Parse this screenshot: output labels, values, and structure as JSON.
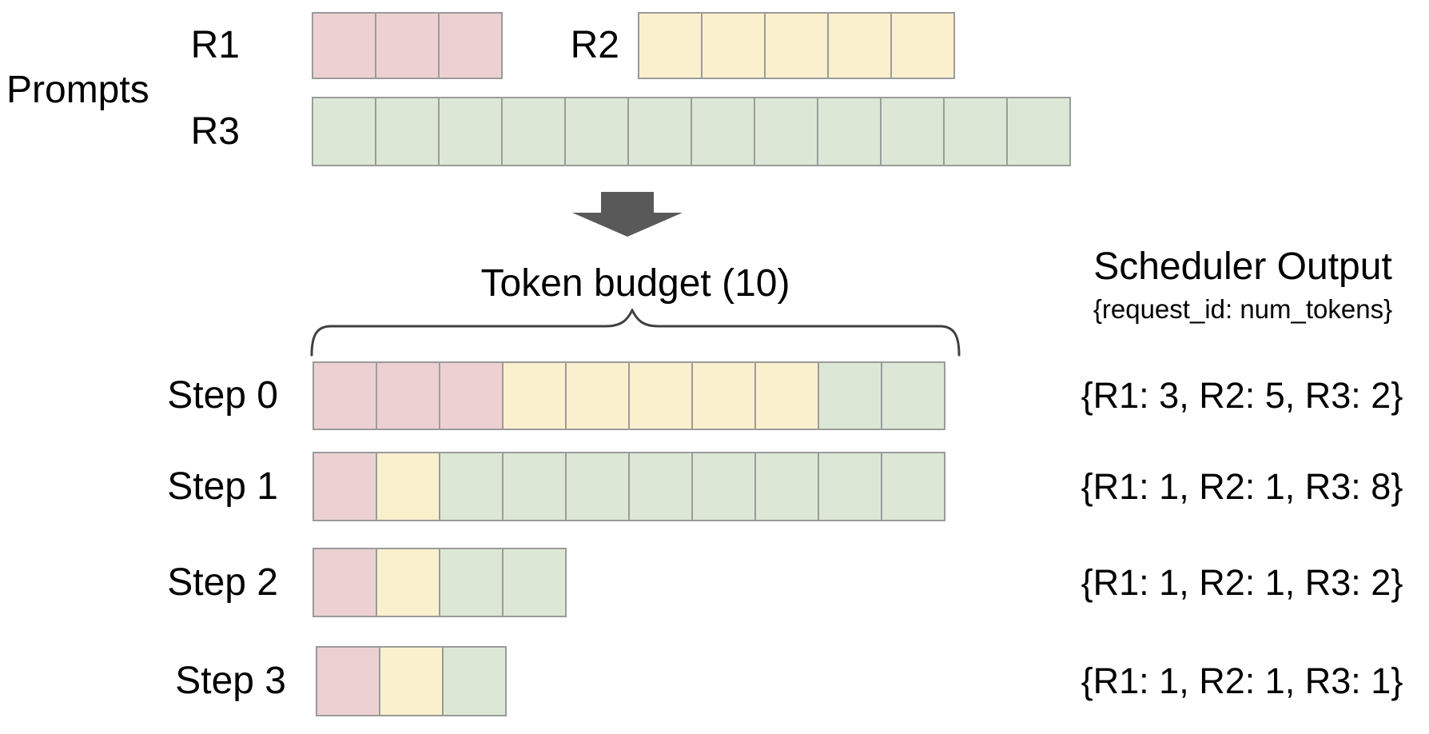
{
  "prompt_section": {
    "label": "Prompts",
    "rows": [
      {
        "id": "R1",
        "label": "R1",
        "color": "r1",
        "num_cells": 3
      },
      {
        "id": "R2",
        "label": "R2",
        "color": "r2",
        "num_cells": 5
      },
      {
        "id": "R3",
        "label": "R3",
        "color": "r3",
        "num_cells": 12
      }
    ]
  },
  "token_budget": {
    "label": "Token budget (10)",
    "value": 10
  },
  "scheduler_output": {
    "title": "Scheduler Output",
    "subtitle": "{request_id: num_tokens}"
  },
  "steps": [
    {
      "label": "Step 0",
      "segments": [
        {
          "request": "R1",
          "color": "r1",
          "tokens": 3
        },
        {
          "request": "R2",
          "color": "r2",
          "tokens": 5
        },
        {
          "request": "R3",
          "color": "r3",
          "tokens": 2
        }
      ],
      "output": "{R1: 3, R2: 5, R3: 2}"
    },
    {
      "label": "Step 1",
      "segments": [
        {
          "request": "R1",
          "color": "r1",
          "tokens": 1
        },
        {
          "request": "R2",
          "color": "r2",
          "tokens": 1
        },
        {
          "request": "R3",
          "color": "r3",
          "tokens": 8
        }
      ],
      "output": "{R1: 1, R2: 1, R3: 8}"
    },
    {
      "label": "Step 2",
      "segments": [
        {
          "request": "R1",
          "color": "r1",
          "tokens": 1
        },
        {
          "request": "R2",
          "color": "r2",
          "tokens": 1
        },
        {
          "request": "R3",
          "color": "r3",
          "tokens": 2
        }
      ],
      "output": "{R1: 1, R2: 1, R3: 2}"
    },
    {
      "label": "Step 3",
      "segments": [
        {
          "request": "R1",
          "color": "r1",
          "tokens": 1
        },
        {
          "request": "R2",
          "color": "r2",
          "tokens": 1
        },
        {
          "request": "R3",
          "color": "r3",
          "tokens": 1
        }
      ],
      "output": "{R1: 1, R2: 1, R3: 1}"
    }
  ],
  "colors": {
    "r1": "#edd1d2",
    "r2": "#fbf0cd",
    "r3": "#dce8d5",
    "cell_border": "#9b9b9b",
    "arrow": "#595959",
    "brace": "#404040"
  }
}
